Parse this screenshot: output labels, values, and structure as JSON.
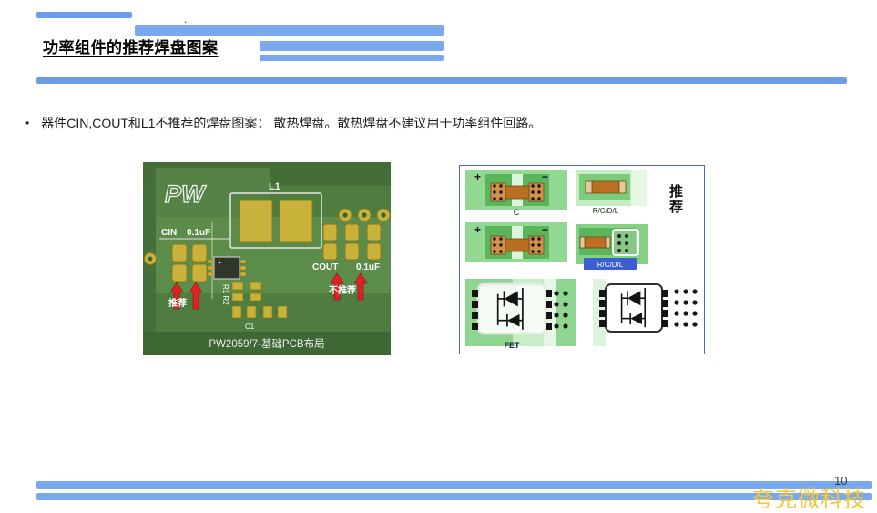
{
  "slide": {
    "title": "功率组件的推荐焊盘图案",
    "stray_dot": ".",
    "bullet_marker": "•",
    "bullet_text": "器件CIN,COUT和L1不推荐的焊盘图案： 散热焊盘。散热焊盘不建议用于功率组件回路。",
    "page_number": "10",
    "watermark": "夸克微科技"
  },
  "pcb_figure": {
    "logo_text": "PW",
    "l1_label": "L1",
    "cin_label": "CIN",
    "cin_value": "0.1uF",
    "cout_label": "COUT",
    "cout_value": "0.1uF",
    "r1_r2_label": "R1 R2",
    "c1_label": "C1",
    "recommended_label": "推荐",
    "not_recommended_label": "不推荐",
    "caption": "PW2059/7-基础PCB布局"
  },
  "pad_diagram": {
    "plus_label": "+",
    "minus_label": "−",
    "plus_label_2": "+",
    "minus_label_2": "−",
    "cap_label": "C",
    "rcdl_label_row1": "R/C/D/L",
    "rcdl_label_row2": "R/C/D/L",
    "fet_label": "FET",
    "recommended_vertical": "推荐"
  },
  "colors": {
    "accent_bar": "#79a8ee",
    "divider_bar": "#6d9ce8",
    "pcb_green": "#4f7d40",
    "pad_yellow": "#c9b23a",
    "arrow_red": "#e22222",
    "diagram_green": "#8fd690",
    "component_orange": "#bc6f22",
    "highlight_blue": "#3a5fd0",
    "watermark_gold": "#f6c63b"
  }
}
